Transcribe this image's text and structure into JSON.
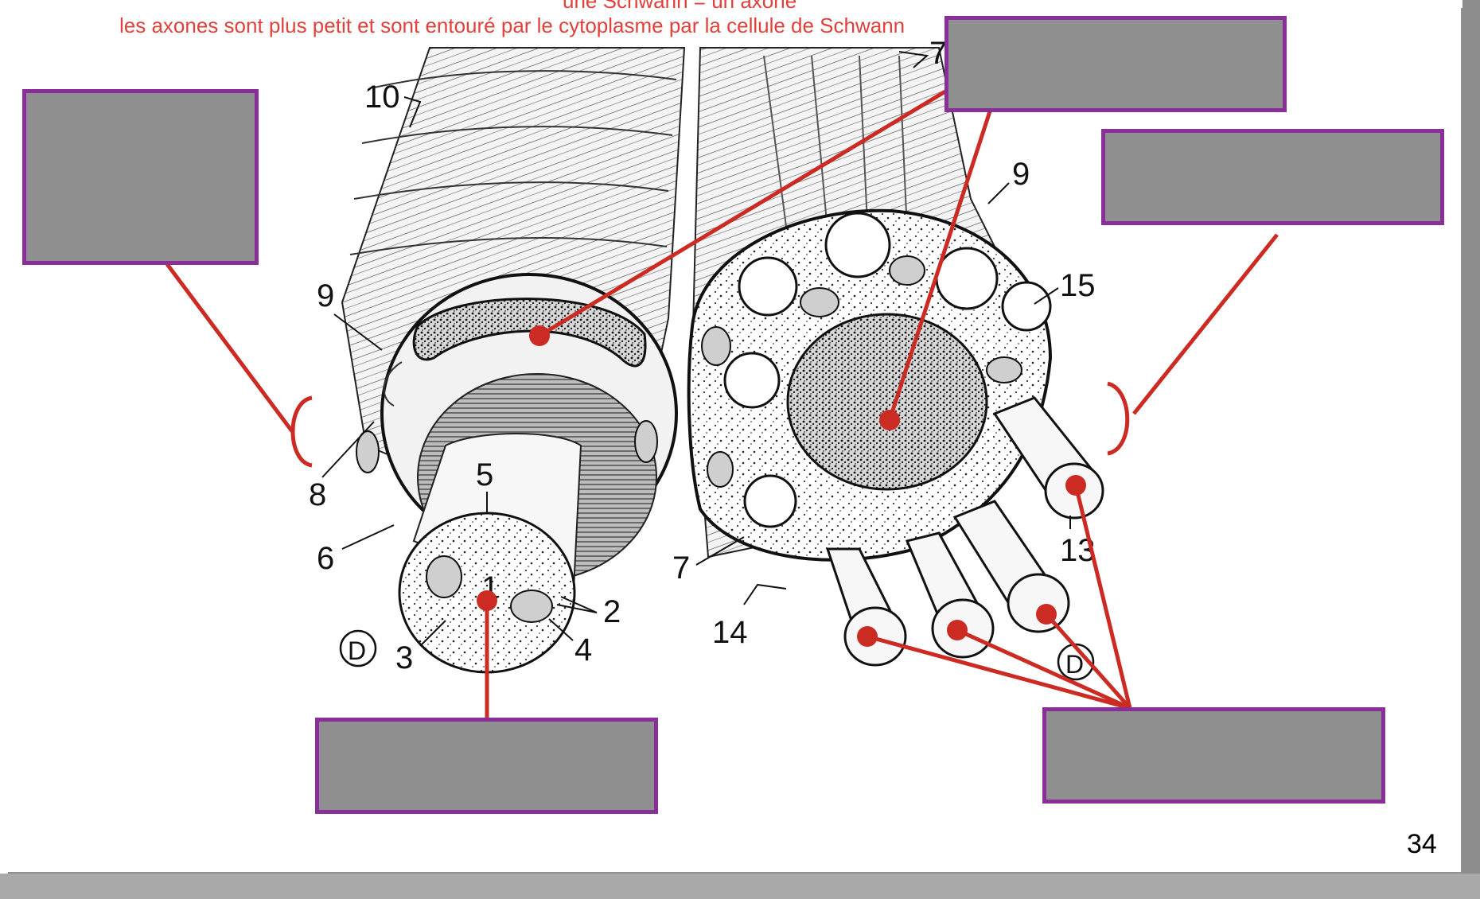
{
  "notes": {
    "line1": "une Schwann = un axone",
    "line2": "les axones sont plus petit et sont entouré par le cytoplasme par la cellule de Schwann"
  },
  "figure": {
    "numbers": [
      "10",
      "9",
      "8",
      "6",
      "5",
      "2",
      "4",
      "3",
      "1",
      "7",
      "14",
      "9",
      "15",
      "13",
      "7"
    ],
    "circled_letters": [
      "D",
      "D"
    ],
    "label_boxes": 5
  },
  "page_number": "34",
  "colors": {
    "note_text": "#e0413a",
    "leader_line": "#cc2b24",
    "box_fill": "#8f8f8f",
    "box_border": "#8a2f9a"
  }
}
